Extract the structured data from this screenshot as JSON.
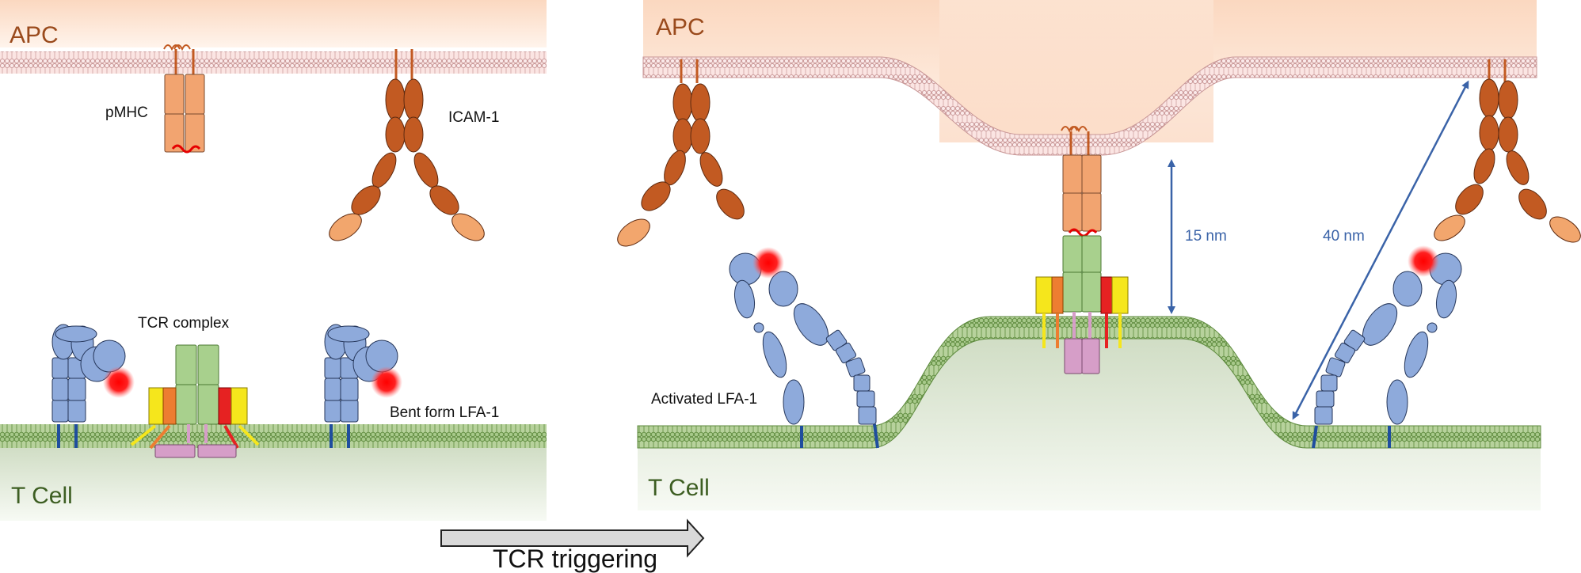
{
  "labels": {
    "apc": "APC",
    "t_cell": "T Cell",
    "pmhc": "pMHC",
    "icam1": "ICAM-1",
    "tcr_complex": "TCR complex",
    "bent_lfa1": "Bent form LFA-1",
    "activated_lfa1": "Activated LFA-1",
    "dist_15": "15 nm",
    "dist_40": "40 nm",
    "triggering": "TCR triggering"
  },
  "colors": {
    "apc_text": "#9a4a1c",
    "tcell_text": "#3d5e22",
    "measure": "#3a63a8",
    "membrane_apc": "#c99a9a",
    "membrane_t": "#79a35a",
    "icam": "#c25a22",
    "icam_light": "#f2a66d",
    "pmhc": "#f2a470",
    "tcr_green": "#a8d08d",
    "lfa_blue": "#8eaadb",
    "cd3_pink": "#d69ec8",
    "ligand_red": "#e60000"
  }
}
